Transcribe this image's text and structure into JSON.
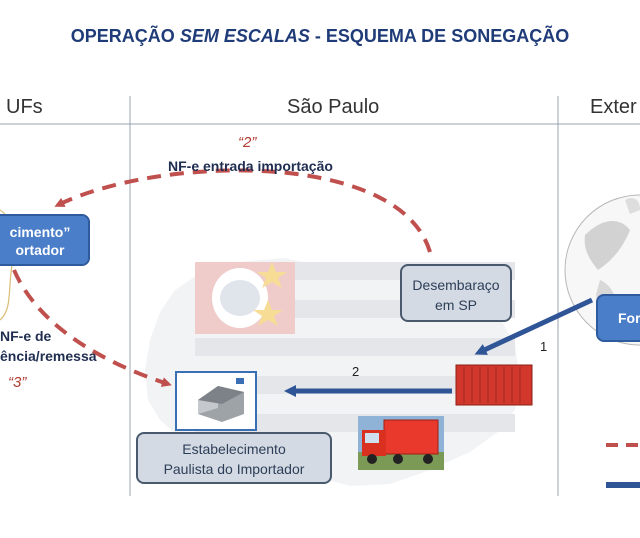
{
  "title": {
    "part1": "OPERAÇÃO ",
    "part2": "SEM ESCALAS",
    "part3": " - ESQUEMA DE SONEGAÇÃO"
  },
  "columns": {
    "left": "UFs",
    "center": "São Paulo",
    "right": "Exter"
  },
  "labels": {
    "step2_quote": "“2”",
    "nfe_entrada": "NF-e entrada importação",
    "nfe_transf_line1": "NF-e de",
    "nfe_transf_line2": "ência/remessa",
    "step3_quote": "“3”",
    "step1": "1",
    "step2": "2"
  },
  "boxes": {
    "estab_outra_uf_line1": "cimento”",
    "estab_outra_uf_line2": "ortador",
    "desembaraco_line1": "Desembaraço",
    "desembaraco_line2": "em SP",
    "fornecedor": "For",
    "estab_paulista_line1": "Estabelecimento",
    "estab_paulista_line2": "Paulista do Importador"
  },
  "colors": {
    "title": "#1f3c78",
    "blue_box": "#4b7ec9",
    "gray_box": "#d4dae3",
    "dashed_arrow": "#c0504d",
    "solid_arrow": "#2f5597"
  }
}
